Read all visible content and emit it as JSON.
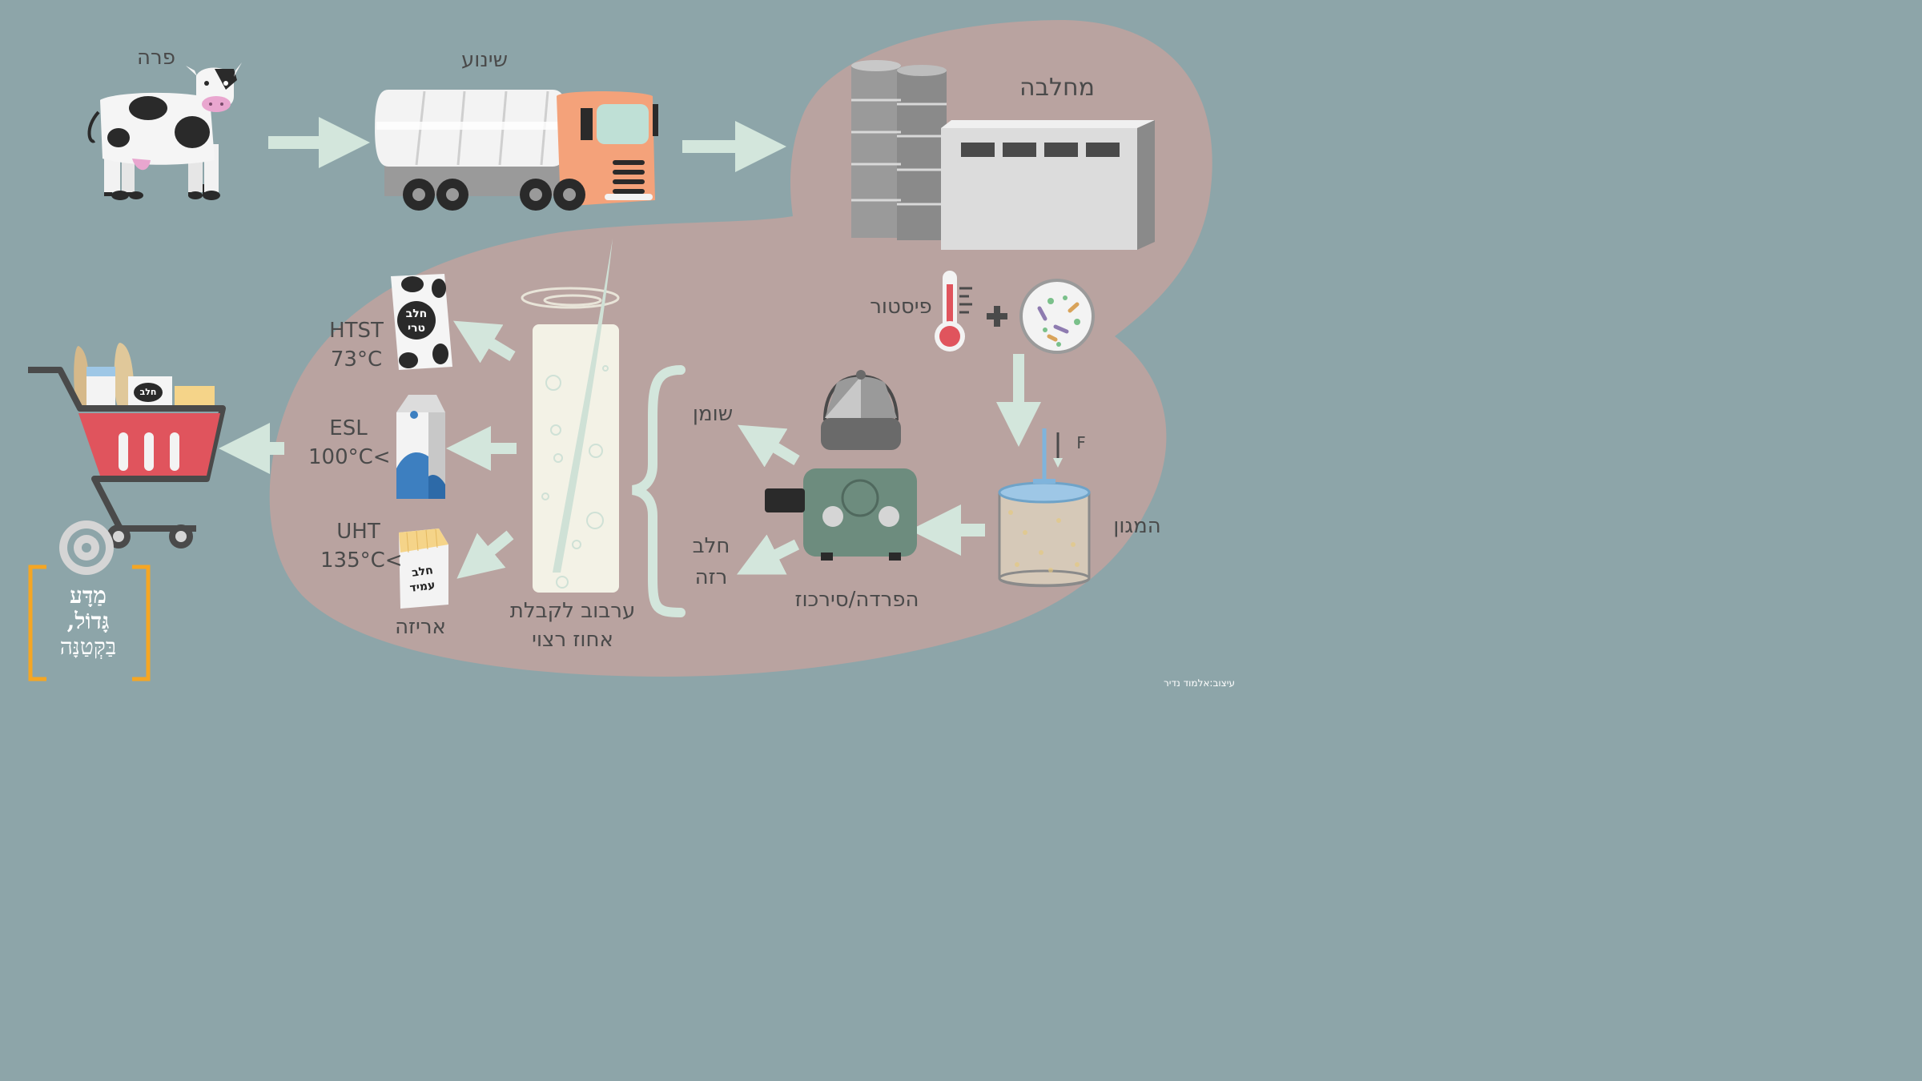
{
  "steps": {
    "cow": "פרה",
    "transport": "שינוע",
    "dairy": "מחלבה",
    "pasteurization": "פיסטור",
    "tank": "המגון",
    "force_label": "F",
    "separation": "הפרדה/סירכוז",
    "fat": "שומן",
    "skim_milk": [
      "חלב",
      "רזה"
    ],
    "mixing": [
      "ערבוב לקבלת",
      "אחוז רצוי"
    ],
    "packaging": "אריזה"
  },
  "processes": [
    {
      "name": "HTST",
      "temp": "73°C"
    },
    {
      "name": "ESL",
      "temp": "100°C<"
    },
    {
      "name": "UHT",
      "temp": "135°C<"
    }
  ],
  "packages": {
    "fresh_milk": [
      "חלב",
      "טרי"
    ],
    "long_life": [
      "חלב",
      "עמיד"
    ],
    "cart_pack": "חלב"
  },
  "brand": {
    "line1": "מַדָּע",
    "line2": "גָּדוֹל,",
    "line3": "בַּקְּטַנָּה"
  },
  "credit": "עיצוב:אלמוד נדיר",
  "colors": {
    "background": "#8da5a9",
    "blob": "#b9a3a0",
    "arrow": "#d3e6dc",
    "truck_cab": "#f4a27a",
    "cart_red": "#e0545d",
    "brand_orange": "#f5a623",
    "separator_green": "#6d8c7e"
  }
}
